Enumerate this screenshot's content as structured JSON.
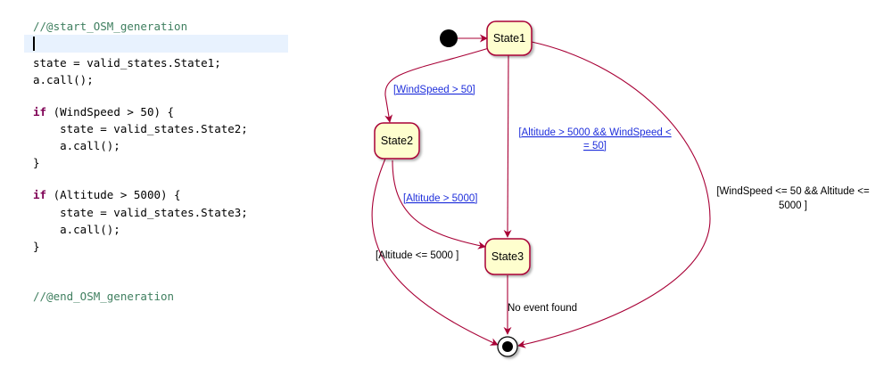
{
  "editor": {
    "lines": [
      {
        "type": "comment",
        "text": "//@start_OSM_generation"
      },
      {
        "type": "current",
        "text": ""
      },
      {
        "type": "plain",
        "text": "state = valid_states.State1;"
      },
      {
        "type": "plain",
        "text": "a.call();"
      },
      {
        "type": "kw",
        "kw": "if",
        "text": " (WindSpeed > 50) {"
      },
      {
        "type": "plain",
        "text": "    state = valid_states.State2;"
      },
      {
        "type": "plain",
        "text": "    a.call();"
      },
      {
        "type": "plain",
        "text": "}"
      },
      {
        "type": "kw",
        "kw": "if",
        "text": " (Altitude > 5000) {"
      },
      {
        "type": "plain",
        "text": "    state = valid_states.State3;"
      },
      {
        "type": "plain",
        "text": "    a.call();"
      },
      {
        "type": "plain",
        "text": "}"
      },
      {
        "type": "comment",
        "text": "//@end_OSM_generation"
      }
    ]
  },
  "diagram": {
    "states": {
      "state1": "State1",
      "state2": "State2",
      "state3": "State3"
    },
    "transitions": {
      "s1_to_s2": {
        "guard": "[WindSpeed > 50]"
      },
      "s1_to_s3": {
        "guard_line1": "[Altitude > 5000 && WindSpeed <",
        "guard_line2": "= 50]"
      },
      "s1_to_end": {
        "guard_line1": "[WindSpeed <= 50 && Altitude <=",
        "guard_line2": "5000 ]"
      },
      "s2_to_s3": {
        "guard": "[Altitude > 5000]"
      },
      "s2_to_end": {
        "guard": "[Altitude <= 5000 ]"
      },
      "s3_to_end": {
        "label": "No event found"
      }
    }
  },
  "colors": {
    "state_fill": "#fefece",
    "state_border": "#a80036",
    "edge": "#a80036",
    "guard_link": "#1f2fdb",
    "keyword": "#7f0055",
    "comment": "#3f7f5f",
    "current_line": "#e8f2fe"
  }
}
